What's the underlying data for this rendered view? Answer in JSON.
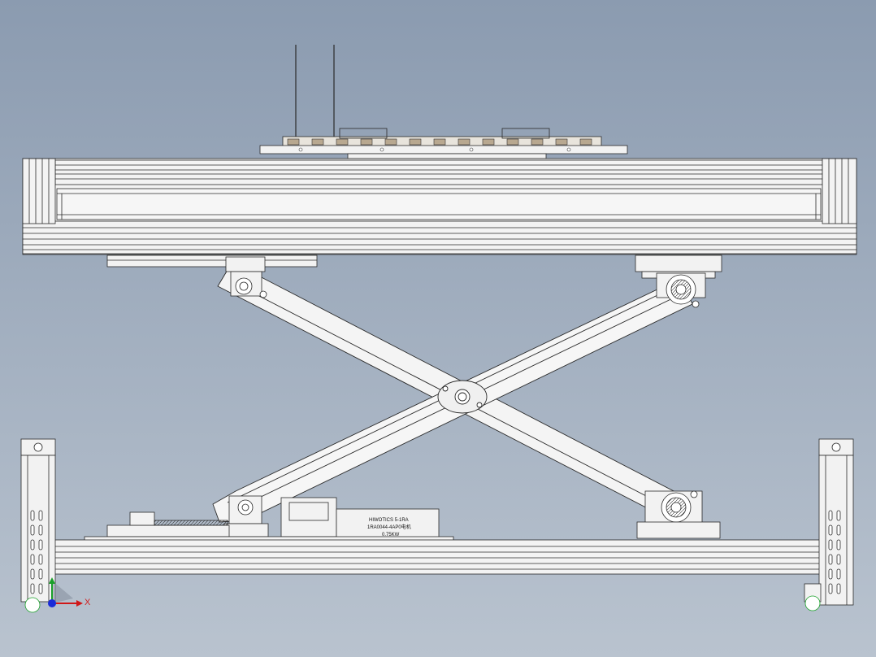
{
  "model": {
    "nameplate": {
      "line1": "HIWOTICS 5-1RA",
      "line2": "1RA0044-4AP0电机",
      "line3": "0.75KW"
    }
  },
  "triad": {
    "x_label": "X",
    "colors": {
      "x": "#d01818",
      "y": "#1aa02a",
      "z": "#1a2bd8"
    }
  },
  "colors": {
    "background_top": "#8b9bb0",
    "background_bottom": "#b9c3cf",
    "part_fill": "#f2f2f2",
    "edge": "#2a2a2a"
  }
}
